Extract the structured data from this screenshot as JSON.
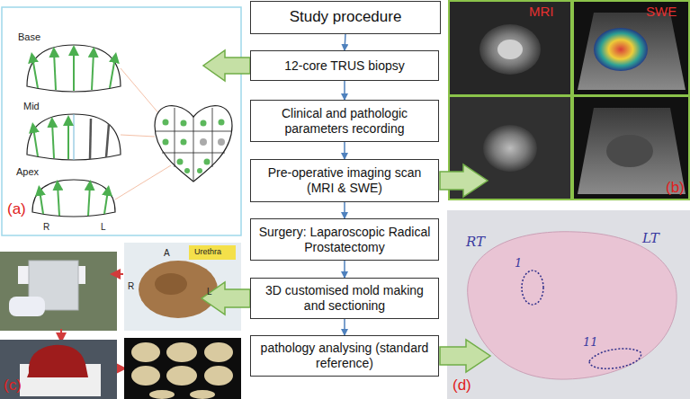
{
  "diagram": {
    "nodes": [
      {
        "text": [
          "Study procedure"
        ]
      },
      {
        "text": [
          "12-core TRUS biopsy"
        ]
      },
      {
        "text": [
          "Clinical and pathologic parameters recording"
        ]
      },
      {
        "text": [
          "Pre-operative imaging scan (MRI & SWE)"
        ]
      },
      {
        "text": [
          "Surgery: Laparoscopic Radical Prostatectomy"
        ]
      },
      {
        "text": [
          "3D customised mold making and sectioning"
        ]
      },
      {
        "text": [
          "pathology analysing (standard reference)"
        ]
      }
    ],
    "edges": [
      {
        "from": 0,
        "to": 1,
        "arrow": "to"
      },
      {
        "from": 1,
        "to": 2,
        "arrow": "to"
      },
      {
        "from": 2,
        "to": 3,
        "arrow": "to"
      },
      {
        "from": 3,
        "to": 4,
        "arrow": "to"
      },
      {
        "from": 4,
        "to": 5,
        "arrow": "to"
      },
      {
        "from": 5,
        "to": 6,
        "arrow": "to"
      }
    ],
    "labels": [
      "Base",
      "Mid",
      "Apex",
      "R",
      "L",
      "(a)",
      "MRI",
      "SWE",
      "(b)",
      "R",
      "A",
      "Urethra",
      "L",
      "(c)",
      "RT",
      "1",
      "LT",
      "11",
      "(d)"
    ]
  }
}
